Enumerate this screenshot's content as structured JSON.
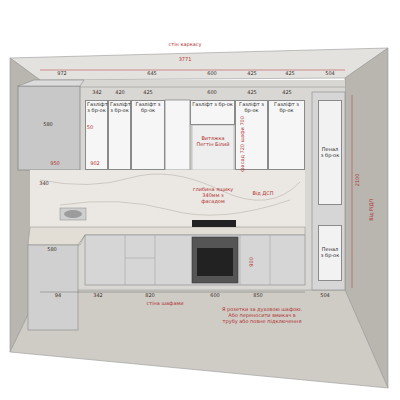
{
  "diagram": {
    "nodes": [
      {
        "text": [
          "Газліфт з бр-ок"
        ]
      },
      {
        "text": [
          "Газліфт з бр-ок"
        ]
      },
      {
        "text": [
          "Газліфт з бр-ок"
        ]
      },
      {
        "text": [
          "Газліфт з бр-ок"
        ]
      },
      {
        "text": [
          "Газліфт з бр-ок"
        ]
      },
      {
        "text": [
          "Газліфт з бр-ок"
        ]
      },
      {
        "text": [
          "Пенал з бр-ок"
        ]
      },
      {
        "text": [
          "Пенал з бр-ок"
        ]
      }
    ],
    "labels": [
      "стін каркасу",
      "3771",
      "972",
      "645",
      "600",
      "425",
      "425",
      "504",
      "342",
      "420",
      "425",
      "600",
      "425",
      "425",
      "580",
      "50",
      "950",
      "902",
      "340",
      "580",
      "Витяжка Пегтін Білий",
      "глибина ящику 340мм з фасадом",
      "фасад 720 шафи 700",
      "Від ДСП",
      "2100",
      "Від РіДЛ",
      "900",
      "94",
      "342",
      "820",
      "600",
      "850",
      "504",
      "стіна шафами",
      "Я розетки за духовою шафою. Або переносити вмикач в трубу або повне підключення"
    ]
  }
}
